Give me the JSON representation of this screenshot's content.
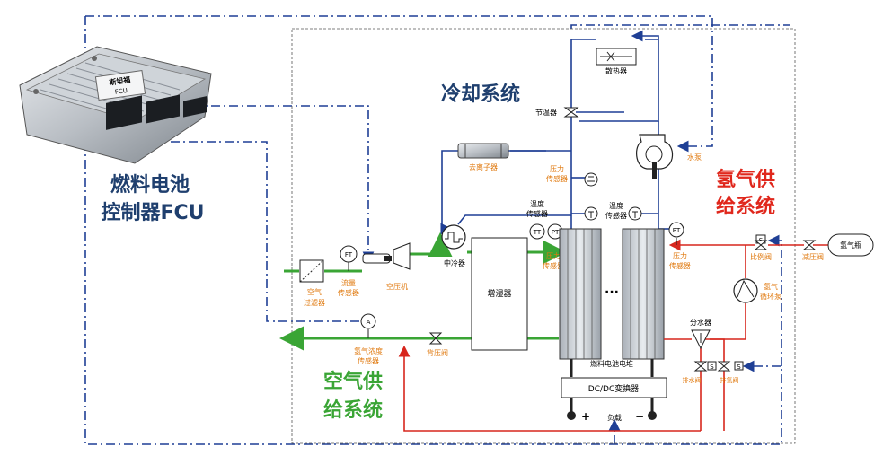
{
  "titles": {
    "cooling": "冷却系统",
    "hydrogen_line1": "氢气供",
    "hydrogen_line2": "给系统",
    "air_line1": "空气供",
    "air_line2": "给系统",
    "fcu_line1": "燃料电池",
    "fcu_line2": "控制器FCU"
  },
  "fcu_device": {
    "brand": "斯坦福",
    "model": "FCU"
  },
  "components": {
    "radiator": "散热器",
    "thermostat": "节温器",
    "deionizer": "去离子器",
    "pressure_sensor_cool_1": "压力",
    "pressure_sensor_cool_2": "传感器",
    "temp_sensor_a_1": "温度",
    "temp_sensor_a_2": "传感器",
    "temp_sensor_b_1": "温度",
    "temp_sensor_b_2": "传感器",
    "water_pump": "水泵",
    "intercooler": "中冷器",
    "humidifier": "增湿器",
    "stack": "燃料电池电堆",
    "dcdc": "DC/DC变换器",
    "load": "负载",
    "plus": "+",
    "minus": "−",
    "ellipsis": "···",
    "air_filter_1": "空气",
    "air_filter_2": "过滤器",
    "flow_sensor_1": "流量",
    "flow_sensor_2": "传感器",
    "compressor": "空压机",
    "pressure_air_1": "压力",
    "pressure_air_2": "传感器",
    "pressure_h2_1": "压力",
    "pressure_h2_2": "传感器",
    "h2_conc_1": "氢气浓度",
    "h2_conc_2": "传感器",
    "back_pressure_valve": "背压阀",
    "proportional_valve": "比例阀",
    "h2_pump_1": "氢气",
    "h2_pump_2": "循环泵",
    "reducing_valve": "减压阀",
    "h2_tank": "氢气瓶",
    "separator": "分水器",
    "drain_valve": "排水阀",
    "purge_valve": "排氢阀",
    "tag_ft": "FT",
    "tag_tt": "TT",
    "tag_pt": "PT",
    "tag_a": "A",
    "tag_s": "S"
  },
  "colors": {
    "cooling_line": "#1f3f95",
    "hydrogen_line": "#d7261d",
    "air_line": "#3aa535",
    "signal_line": "#1f3f95",
    "cooling_title": "#1f3f6e",
    "hydrogen_title": "#e0271c",
    "air_title": "#3aa535",
    "fcu_title": "#1f3f6e",
    "label_orange": "#e07a10"
  }
}
